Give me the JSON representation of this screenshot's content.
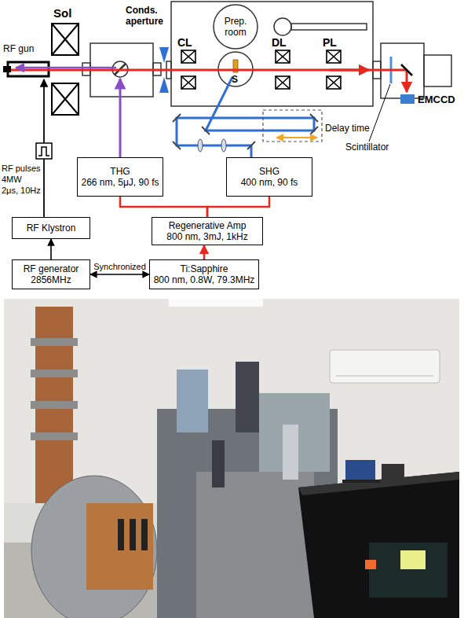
{
  "diagram": {
    "nodes": [
      {
        "text": [
          "Prep. room"
        ]
      },
      {
        "text": [
          "THG",
          "266 nm, 5μJ, 90 fs"
        ]
      },
      {
        "text": [
          "SHG",
          "400 nm, 90 fs"
        ]
      },
      {
        "text": [
          "RF Klystron"
        ]
      },
      {
        "text": [
          "Regenerative Amp",
          "800 nm, 3mJ, 1kHz"
        ]
      },
      {
        "text": [
          "RF generator",
          "2856MHz"
        ]
      },
      {
        "text": [
          "Ti:Sapphire",
          "800 nm, 0.8W, 79.3MHz"
        ]
      }
    ],
    "edges": [
      {
        "from": 5,
        "to": 3,
        "arrow": "to"
      },
      {
        "from": 5,
        "to": 6,
        "label": "Synchronized",
        "arrow": "both"
      },
      {
        "from": 6,
        "to": 4,
        "arrow": "to"
      },
      {
        "from": 4,
        "to": 1,
        "arrow": "none"
      },
      {
        "from": 4,
        "to": 2,
        "arrow": "none"
      }
    ],
    "labels": [
      "Sol",
      "RF gun",
      "Conds. aperture",
      "CL",
      "S",
      "DL",
      "PL",
      "Delay time",
      "Scintillator",
      "EMCCD",
      "RF pulses",
      "4MW",
      "2μs, 10Hz"
    ]
  }
}
